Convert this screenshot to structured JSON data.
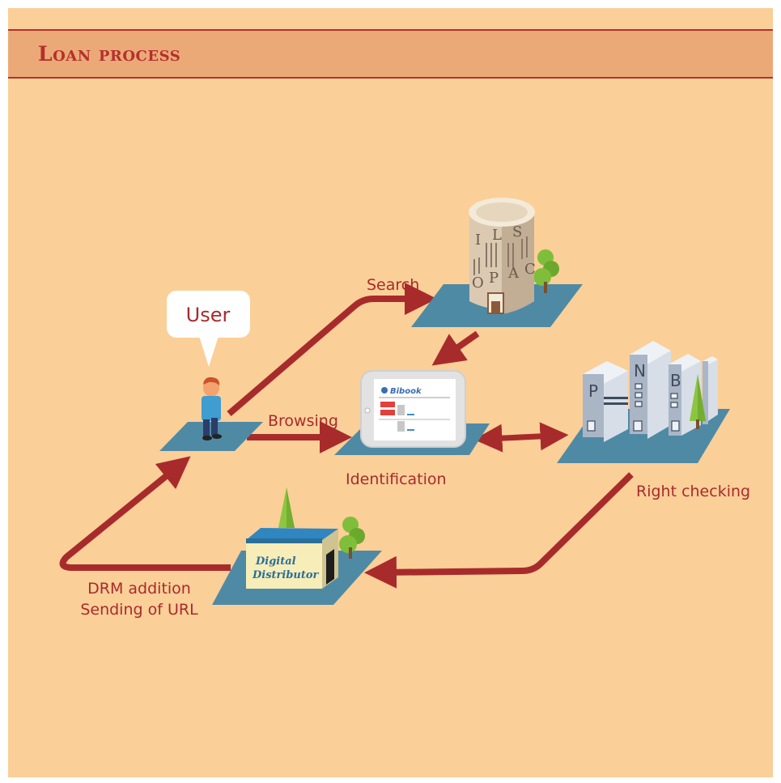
{
  "title": "Loan process",
  "colors": {
    "background": "#fbcf98",
    "title_band": "#eba978",
    "accent": "#b5302c",
    "arrow": "#a82b2c",
    "platform": "#4f8aa5"
  },
  "nodes": {
    "user": {
      "label": "User"
    },
    "ils_opac": {
      "letters": [
        "I",
        "L",
        "S",
        "O",
        "P",
        "A",
        "C"
      ]
    },
    "tablet": {
      "app_name": "Bibook",
      "label": "Identification"
    },
    "library": {
      "letters": [
        "P",
        "N",
        "B"
      ],
      "label": "Right checking"
    },
    "distributor": {
      "sign_line1": "Digital",
      "sign_line2": "Distributor"
    }
  },
  "flows": {
    "search": "Search",
    "browsing": "Browsing",
    "drm_line1": "DRM addition",
    "drm_line2": "Sending of URL"
  },
  "icons": [
    "user-figure",
    "opac-tower",
    "tablet",
    "library-buildings",
    "distributor-shop",
    "tree"
  ]
}
